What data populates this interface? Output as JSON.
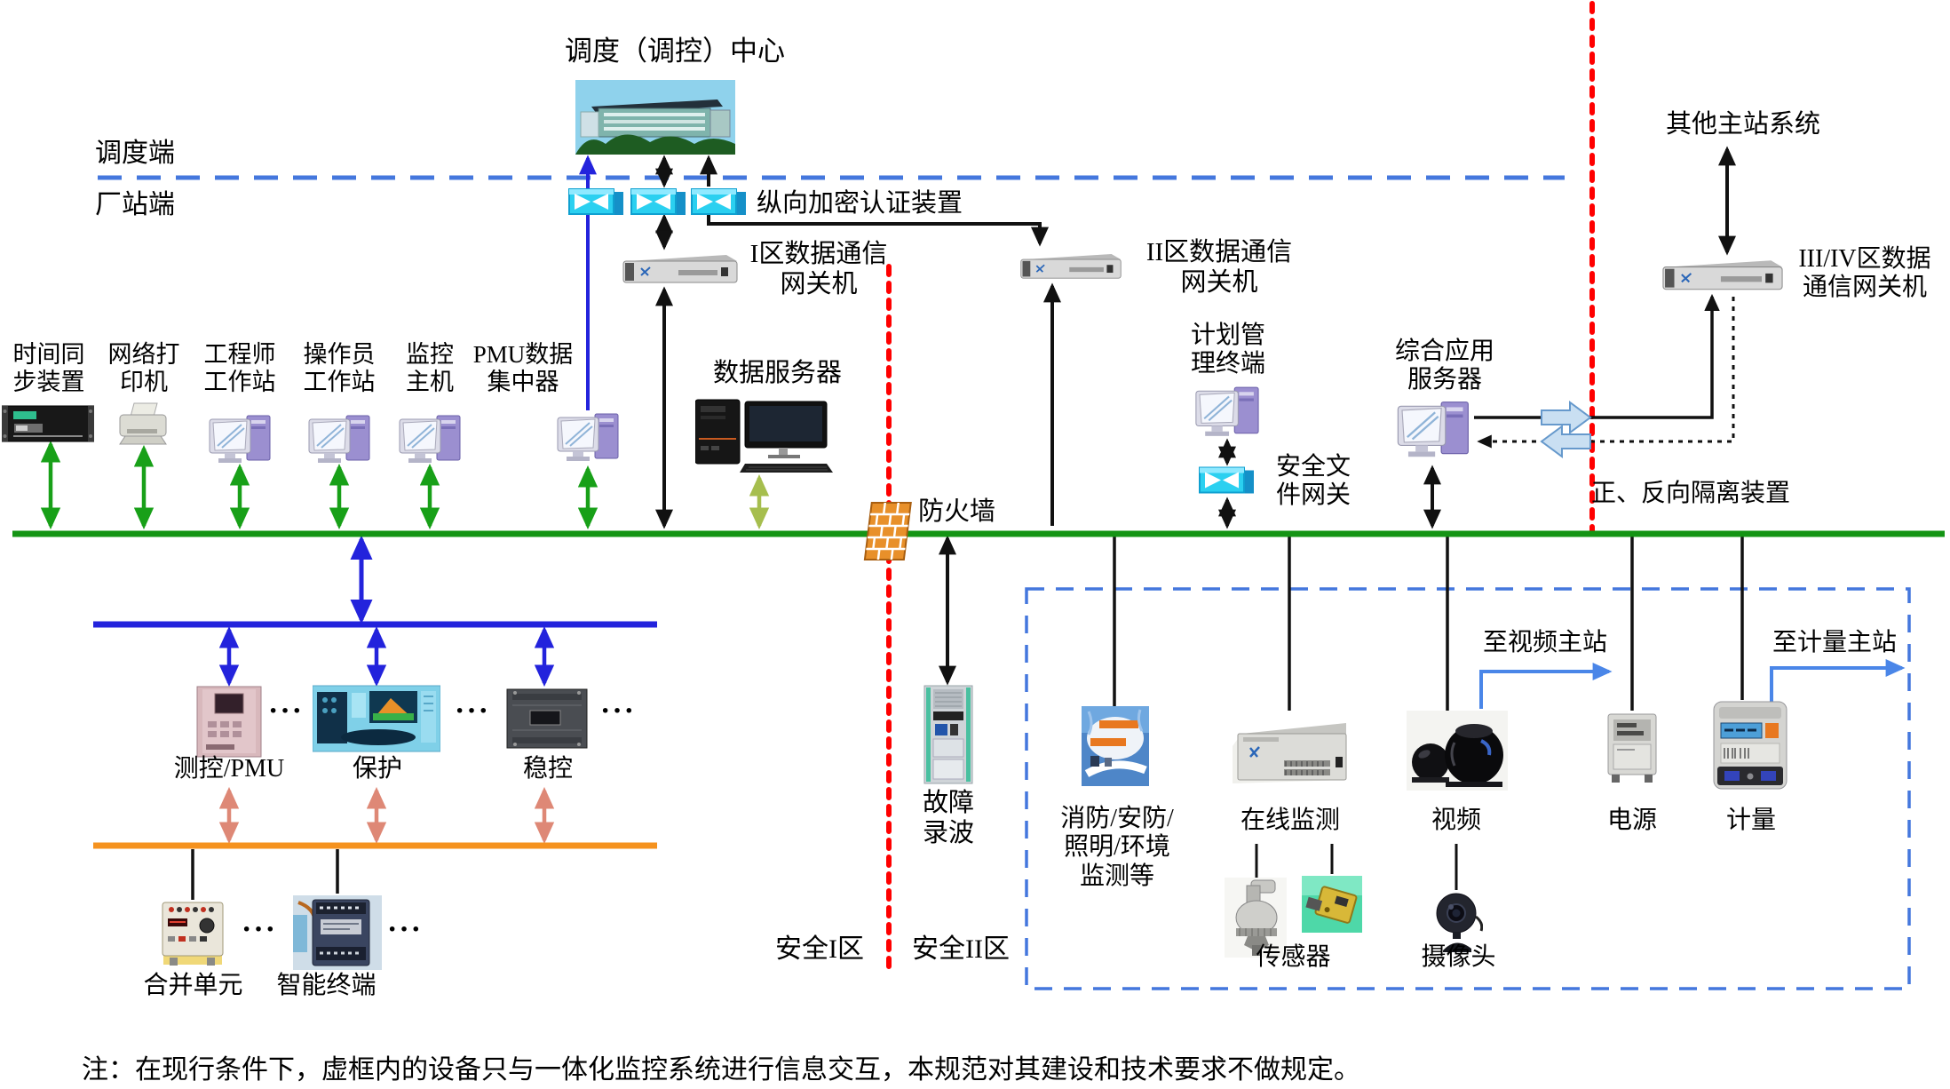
{
  "header": {
    "center_title": "调度（调控）中心",
    "dispatch_side": "调度端",
    "station_side": "厂站端",
    "other_master": "其他主站系统",
    "encryption_label": "纵向加密认证装置"
  },
  "gateways": {
    "zone1": "I区数据通信\n网关机",
    "zone2": "II区数据通信\n网关机",
    "zone34": "III/IV区数据\n通信网关机"
  },
  "station_devices": {
    "time_sync": "时间同\n步装置",
    "printer": "网络打\n印机",
    "engineer_ws": "工程师\n工作站",
    "operator_ws": "操作员\n工作站",
    "monitor_host": "监控\n主机",
    "pmu_concentrator": "PMU数据\n集中器",
    "data_server": "数据服务器",
    "firewall": "防火墙",
    "plan_terminal": "计划管\n理终端",
    "secure_file_gateway": "安全文\n件网关",
    "app_server": "综合应用\n服务器",
    "isolation": "正、反向隔离装置",
    "fault_recorder": "故障\n录波"
  },
  "zones": {
    "zone1": "安全I区",
    "zone2": "安全II区"
  },
  "process_level": {
    "measure_pmu": "测控/PMU",
    "protection": "保护",
    "stability": "稳控",
    "merging_unit": "合并单元",
    "smart_terminal": "智能终端",
    "ellipsis": "···"
  },
  "aux_box": {
    "fire": "消防/安防/\n照明/环境\n监测等",
    "online_monitor": "在线监测",
    "video": "视频",
    "power": "电源",
    "metering": "计量",
    "sensor": "传感器",
    "camera": "摄像头",
    "to_video": "至视频主站",
    "to_metering": "至计量主站"
  },
  "note": "注：在现行条件下，虚框内的设备只与一体化监控系统进行信息交互，本规范对其建设和技术要求不做规定。",
  "colors": {
    "bus_green": "#149414",
    "bus_blue": "#2323DC",
    "bus_orange": "#F5921E",
    "zone_red": "#FF0000",
    "dash_blue": "#4477DD",
    "arrow_salmon": "#DE8876",
    "arrow_olive": "#A6BE4E",
    "link_blue": "#4A86E8",
    "device_cyan": "#2BD0F0"
  }
}
